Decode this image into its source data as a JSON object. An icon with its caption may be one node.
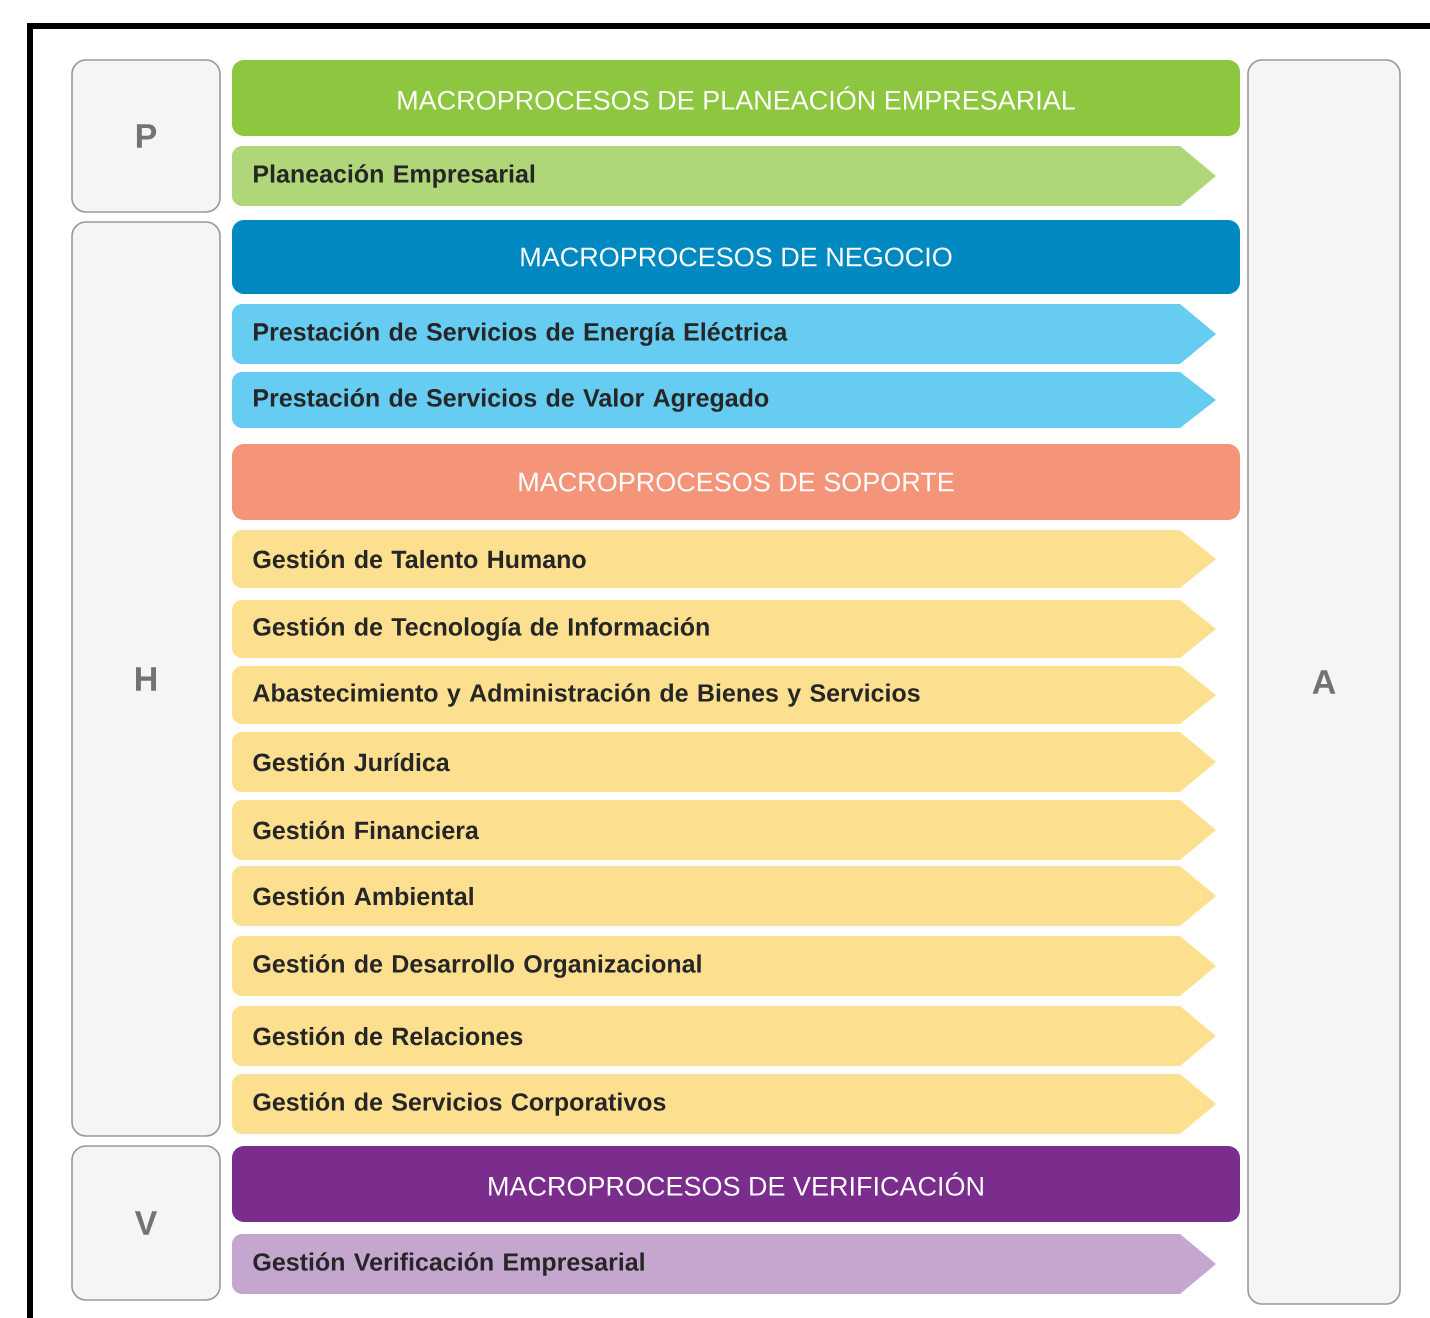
{
  "diagram": {
    "nodes": [
      {
        "text": [
          "P"
        ]
      },
      {
        "text": [
          "MACROPROCESOS DE PLANEACIÓN EMPRESARIAL"
        ]
      },
      {
        "text": [
          "Planeación Empresarial"
        ]
      },
      {
        "text": [
          "A"
        ]
      },
      {
        "text": [
          "H"
        ]
      },
      {
        "text": [
          "MACROPROCESOS DE NEGOCIO"
        ]
      },
      {
        "text": [
          "Prestación de Servicios de Energía Eléctrica"
        ]
      },
      {
        "text": [
          "Prestación de Servicios de Valor Agregado"
        ]
      },
      {
        "text": [
          "MACROPROCESOS DE SOPORTE"
        ]
      },
      {
        "text": [
          "Gestión de Talento Humano"
        ]
      },
      {
        "text": [
          "Gestión de Tecnología de Información"
        ]
      },
      {
        "text": [
          "Abastecimiento y Administración de Bienes y Servicios"
        ]
      },
      {
        "text": [
          "Gestión Jurídica"
        ]
      },
      {
        "text": [
          "Gestión Financiera"
        ]
      },
      {
        "text": [
          "Gestión Ambiental"
        ]
      },
      {
        "text": [
          "Gestión de Desarrollo Organizacional"
        ]
      },
      {
        "text": [
          "Gestión de Relaciones"
        ]
      },
      {
        "text": [
          "Gestión de Servicios Corporativos"
        ]
      },
      {
        "text": [
          "V"
        ]
      },
      {
        "text": [
          "MACROPROCESOS DE VERIFICACIÓN"
        ]
      },
      {
        "text": [
          "Gestión Verificación Empresarial"
        ]
      }
    ]
  }
}
